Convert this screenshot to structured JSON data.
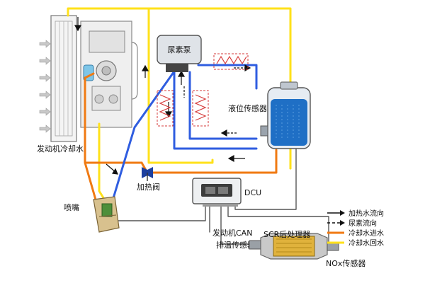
{
  "labels": {
    "engine_coolant": "发动机冷却水",
    "urea_pump": "尿素泵",
    "level_sensor": "液位传感器",
    "heating_valve": "加热阀",
    "nozzle": "喷嘴",
    "dcu": "DCU",
    "engine_can": "发动机CAN",
    "exhaust_temp_sensor": "排温传感器",
    "scr": "SCR后处理器",
    "nox_sensor": "NOx传感器"
  },
  "legend": {
    "items": [
      {
        "label": "加热水流向",
        "style": "solid-arrow",
        "color": "#111111"
      },
      {
        "label": "尿素流向",
        "style": "dashed-arrow",
        "color": "#111111"
      },
      {
        "label": "冷却水进水",
        "style": "line",
        "color": "#f07a12"
      },
      {
        "label": "冷却水回水",
        "style": "line",
        "color": "#ffe11a"
      }
    ]
  },
  "colors": {
    "coolant_in": "#f07a12",
    "coolant_return": "#ffe11a",
    "urea_line": "#2f5de0",
    "tank_fill": "#1f6fc5",
    "wire": "#555555"
  }
}
